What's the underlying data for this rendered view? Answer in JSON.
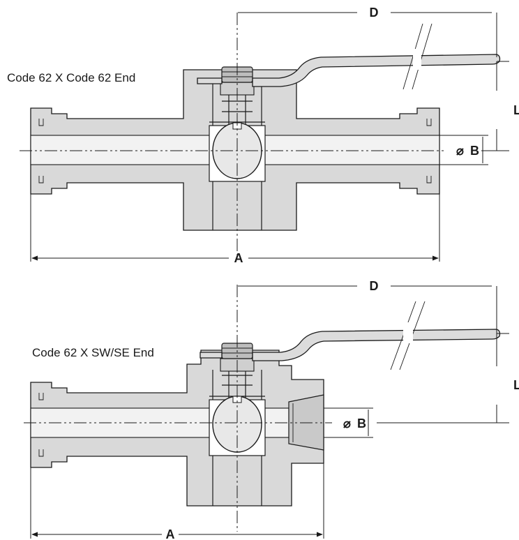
{
  "views": [
    {
      "end_label": "Code 62 X Code 62 End",
      "dim_D": "D",
      "dim_L": "L",
      "dim_B": "B",
      "dim_A": "A",
      "diameter_symbol": "⌀"
    },
    {
      "end_label": "Code 62 X SW/SE End",
      "dim_D": "D",
      "dim_L": "L",
      "dim_B": "B",
      "dim_A": "A",
      "diameter_symbol": "⌀"
    }
  ],
  "colors": {
    "body_fill": "#d9d9d9",
    "line": "#1a1a1a",
    "background": "#ffffff"
  }
}
